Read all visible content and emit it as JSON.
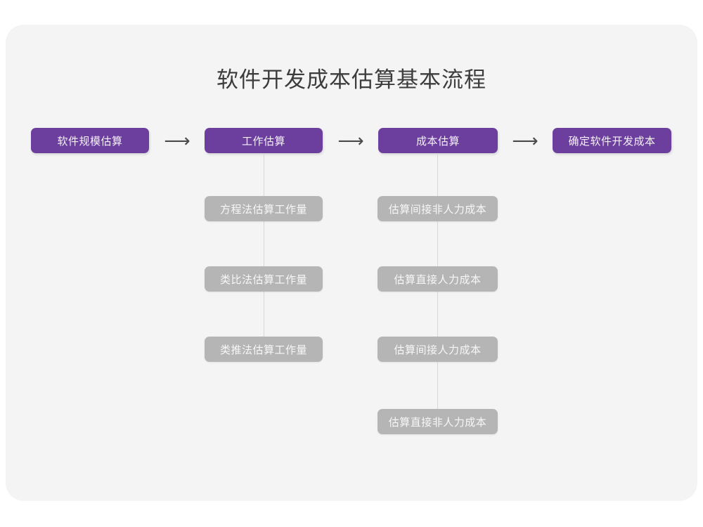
{
  "diagram": {
    "title": "软件开发成本估算基本流程",
    "colors": {
      "canvas": "#ffffff",
      "card": "#f4f4f4",
      "primary_node": "#6c3f9e",
      "primary_node_text": "#f4f0f8",
      "sub_node": "#b5b5b5",
      "sub_node_text": "#f7f7f7",
      "connector": "#d8d8d8",
      "arrow": "#4a4a4a",
      "title_text": "#3c3c3c"
    },
    "arrows": {
      "glyph": "⟶",
      "icon_name": "arrow-right-icon",
      "labels": [
        "arrow-stage-1-to-2",
        "arrow-stage-2-to-3",
        "arrow-stage-3-to-4"
      ]
    },
    "stages": [
      {
        "id": "stage-1",
        "label": "软件规模估算"
      },
      {
        "id": "stage-2",
        "label": "工作估算"
      },
      {
        "id": "stage-3",
        "label": "成本估算"
      },
      {
        "id": "stage-4",
        "label": "确定软件开发成本"
      }
    ],
    "effort_substeps": [
      {
        "id": "effort-1",
        "label": "方程法估算工作量"
      },
      {
        "id": "effort-2",
        "label": "类比法估算工作量"
      },
      {
        "id": "effort-3",
        "label": "类推法估算工作量"
      }
    ],
    "cost_substeps": [
      {
        "id": "cost-1",
        "label": "估算间接非人力成本"
      },
      {
        "id": "cost-2",
        "label": "估算直接人力成本"
      },
      {
        "id": "cost-3",
        "label": "估算间接人力成本"
      },
      {
        "id": "cost-4",
        "label": "估算直接非人力成本"
      }
    ]
  }
}
